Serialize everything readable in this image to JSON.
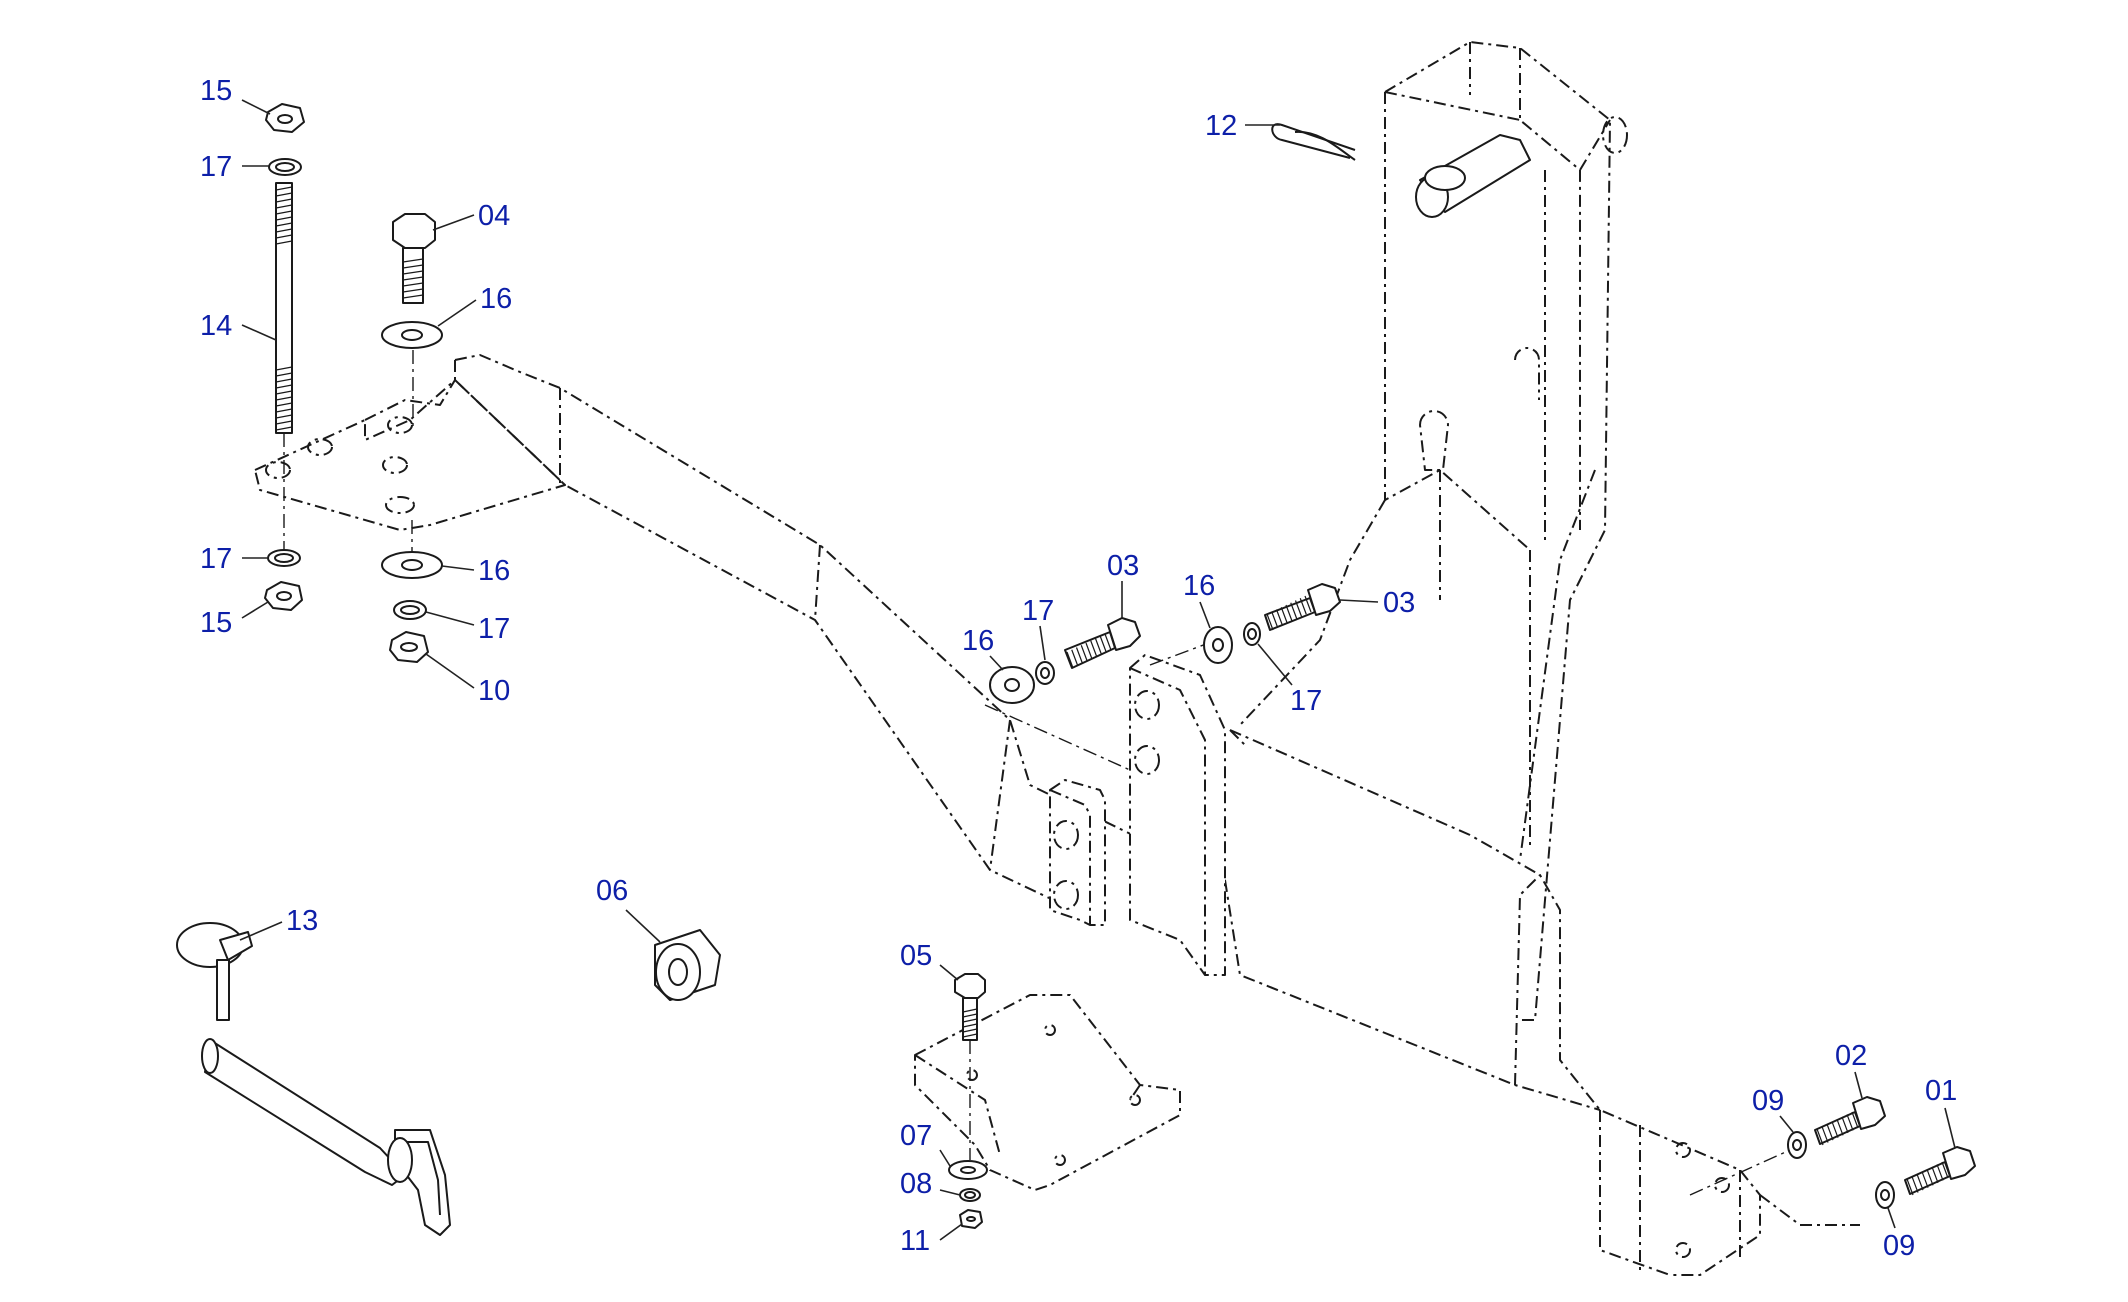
{
  "callouts": {
    "c15_top": "15",
    "c17_top": "17",
    "c14": "14",
    "c04": "04",
    "c16_upper": "16",
    "c17_lower_left": "17",
    "c15_lower": "15",
    "c16_lower": "16",
    "c17_lower_mid": "17",
    "c10": "10",
    "c12": "12",
    "c03_left": "03",
    "c17_mid_left": "17",
    "c16_mid_left": "16",
    "c16_mid_right": "16",
    "c03_right": "03",
    "c17_mid_right": "17",
    "c13": "13",
    "c06": "06",
    "c05": "05",
    "c07": "07",
    "c08": "08",
    "c11": "11",
    "c09_upper": "09",
    "c02": "02",
    "c01": "01",
    "c09_lower": "09"
  },
  "colors": {
    "callout_text": "#0d1fa8",
    "line": "#1a1a1a",
    "background": "#ffffff"
  }
}
